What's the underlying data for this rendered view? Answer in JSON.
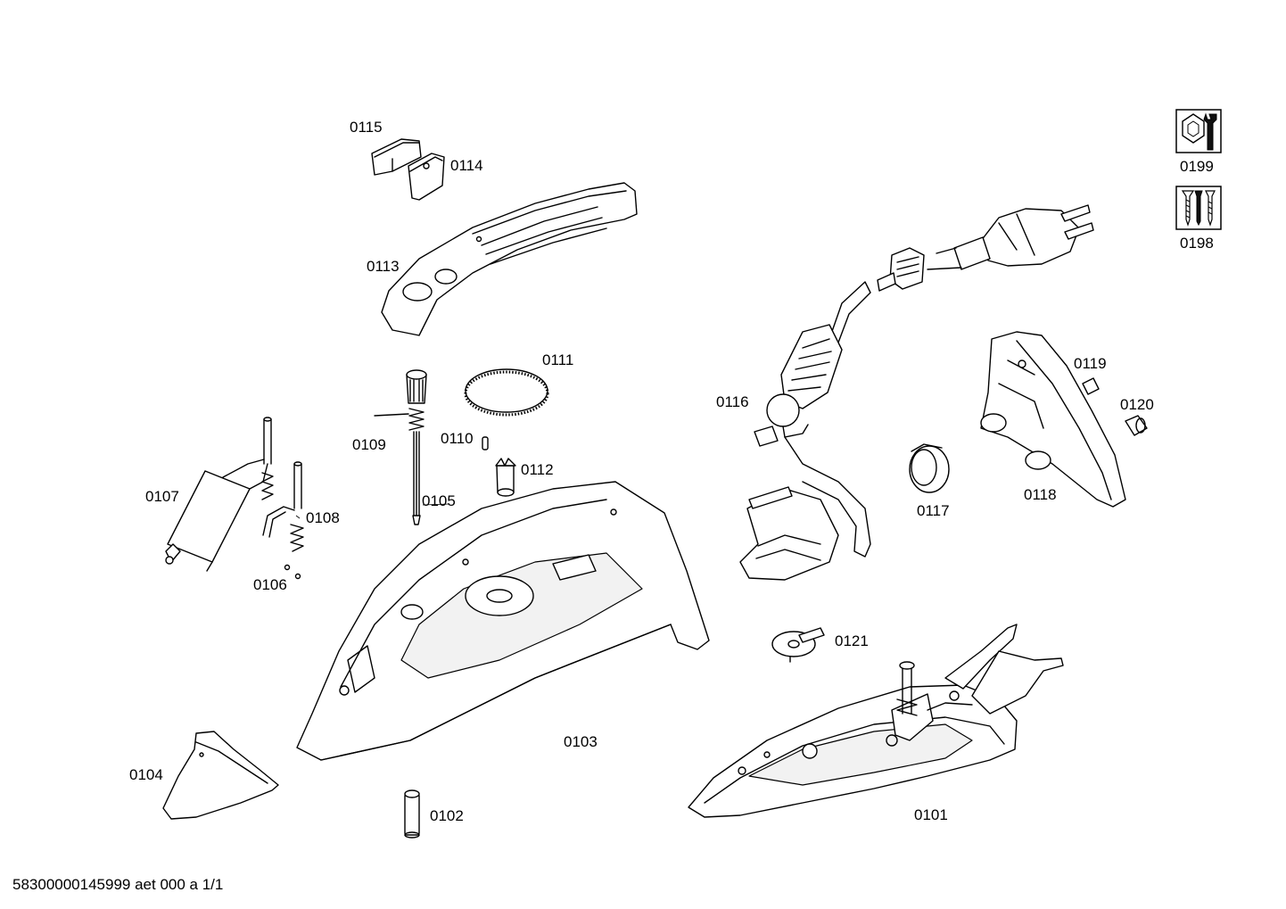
{
  "parts": [
    {
      "id": "0101"
    },
    {
      "id": "0102"
    },
    {
      "id": "0103"
    },
    {
      "id": "0104"
    },
    {
      "id": "0105"
    },
    {
      "id": "0106"
    },
    {
      "id": "0107"
    },
    {
      "id": "0108"
    },
    {
      "id": "0109"
    },
    {
      "id": "0110"
    },
    {
      "id": "0111"
    },
    {
      "id": "0112"
    },
    {
      "id": "0113"
    },
    {
      "id": "0114"
    },
    {
      "id": "0115"
    },
    {
      "id": "0116"
    },
    {
      "id": "0117"
    },
    {
      "id": "0118"
    },
    {
      "id": "0119"
    },
    {
      "id": "0120"
    },
    {
      "id": "0121"
    }
  ],
  "service_icons": [
    {
      "id": "0199",
      "icon": "nut-wrench-icon"
    },
    {
      "id": "0198",
      "icon": "screws-icon"
    }
  ],
  "footer": "58300000145999 aet 000 a 1/1"
}
